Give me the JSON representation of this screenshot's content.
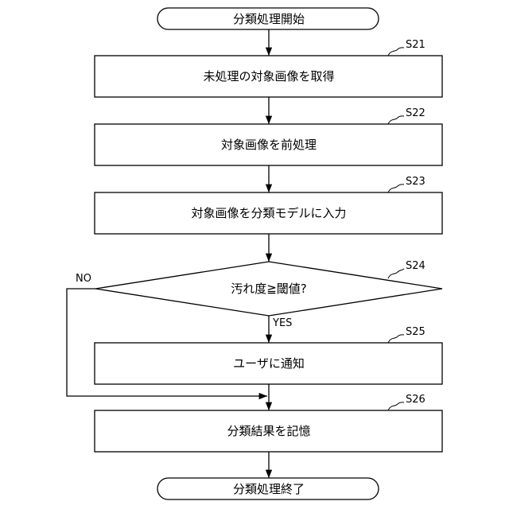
{
  "flowchart": {
    "start": "分類処理開始",
    "end": "分類処理終了",
    "steps": [
      {
        "id": "S21",
        "text": "未処理の対象画像を取得"
      },
      {
        "id": "S22",
        "text": "対象画像を前処理"
      },
      {
        "id": "S23",
        "text": "対象画像を分類モデルに入力"
      },
      {
        "id": "S24",
        "text": "汚れ度≧閾値?"
      },
      {
        "id": "S25",
        "text": "ユーザに通知"
      },
      {
        "id": "S26",
        "text": "分類結果を記憶"
      }
    ],
    "yes_label": "YES",
    "no_label": "NO"
  }
}
